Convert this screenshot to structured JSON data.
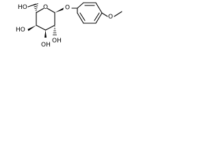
{
  "molecule": {
    "atoms": {
      "ho_top_left": "HO",
      "o_ring": "O",
      "o_aryl_ether": "O",
      "o_methoxy": "O",
      "ho_left": "HO",
      "oh_c2": "OH",
      "oh_c3": "OH"
    },
    "colors": {
      "bond": "#000000",
      "label": "#000000",
      "background": "#ffffff"
    }
  }
}
